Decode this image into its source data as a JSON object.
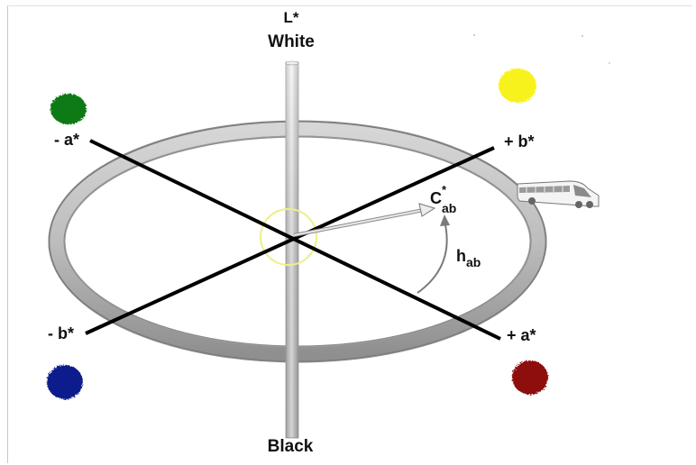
{
  "labels": {
    "l_star": "L*",
    "white": "White",
    "black": "Black",
    "neg_a": "- a*",
    "pos_a": "+ a*",
    "neg_b": "- b*",
    "pos_b": "+ b*",
    "chroma_main": "C",
    "chroma_sup": "*",
    "chroma_sub": "ab",
    "hue_main": "h",
    "hue_sub": "ab"
  },
  "colors": {
    "green_blob": "#0a7a12",
    "yellow_blob": "#f7f21a",
    "blue_blob": "#0d1a8c",
    "red_blob": "#8e0c0c",
    "axis_line": "#000000",
    "origin_circle": "#eeee88"
  },
  "icons": {
    "bus": "bus-icon"
  }
}
